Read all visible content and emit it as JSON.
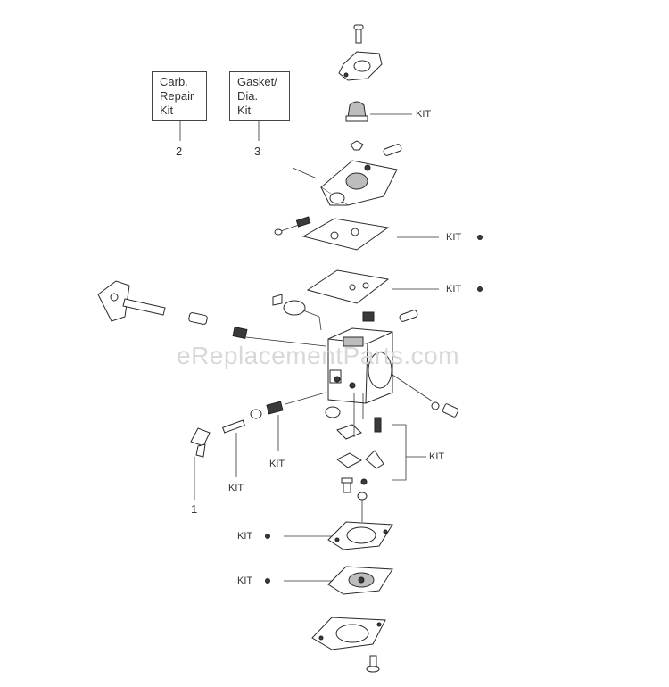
{
  "boxes": {
    "carb_repair": {
      "line1": "Carb.",
      "line2": "Repair",
      "line3": "Kit"
    },
    "gasket_dia": {
      "line1": "Gasket/",
      "line2": "Dia.",
      "line3": "Kit"
    }
  },
  "ref_numbers": {
    "carb_repair": "2",
    "gasket_dia": "3",
    "main_jet": "1"
  },
  "kit_label": "KIT",
  "watermark": "eReplacementParts.com"
}
